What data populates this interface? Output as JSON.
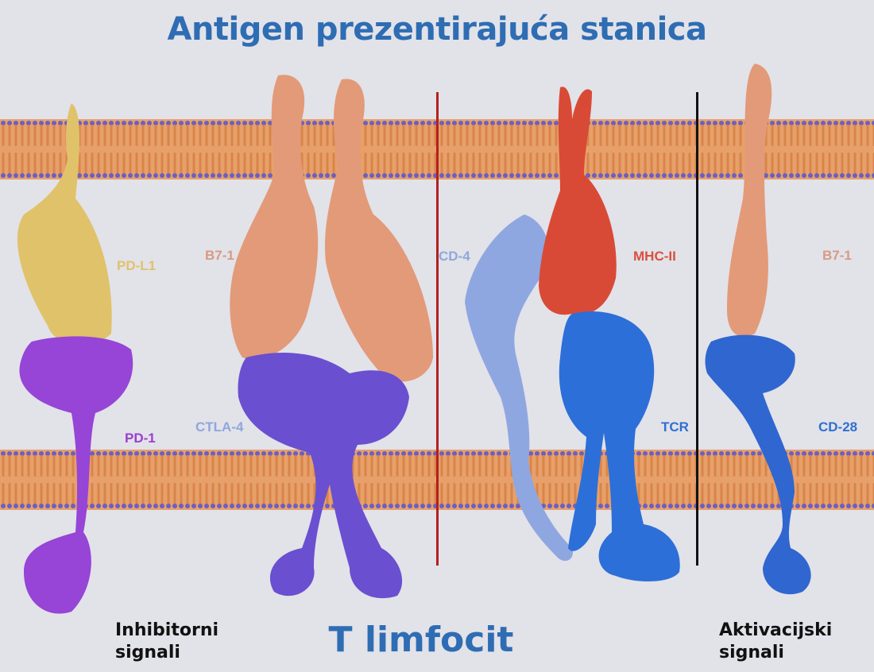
{
  "titles": {
    "top": "Antigen prezentirajuća stanica",
    "bottom": "T limfocit"
  },
  "corner_labels": {
    "left_line1": "Inhibitorni",
    "left_line2": "signali",
    "right_line1": "Aktivacijski",
    "right_line2": "signali"
  },
  "protein_labels": [
    {
      "text": "PD-L1",
      "color": "#e0c26a"
    },
    {
      "text": "B7-1",
      "color": "#d99a84"
    },
    {
      "text": "CD-4",
      "color": "#8fa7dc"
    },
    {
      "text": "MHC-II",
      "color": "#d9503c"
    },
    {
      "text": "B7-1",
      "color": "#d99a84"
    },
    {
      "text": "PD-1",
      "color": "#9b3fcf"
    },
    {
      "text": "CTLA-4",
      "color": "#8fa7dc"
    },
    {
      "text": "TCR",
      "color": "#2f6fd0"
    },
    {
      "text": "CD-28",
      "color": "#2f6fd0"
    }
  ],
  "colors": {
    "title_blue": "#2e6db3",
    "membrane_orange": "#d9854a",
    "membrane_purple": "#6b5fc4",
    "divider_red": "#b22020",
    "divider_black": "#111111"
  }
}
